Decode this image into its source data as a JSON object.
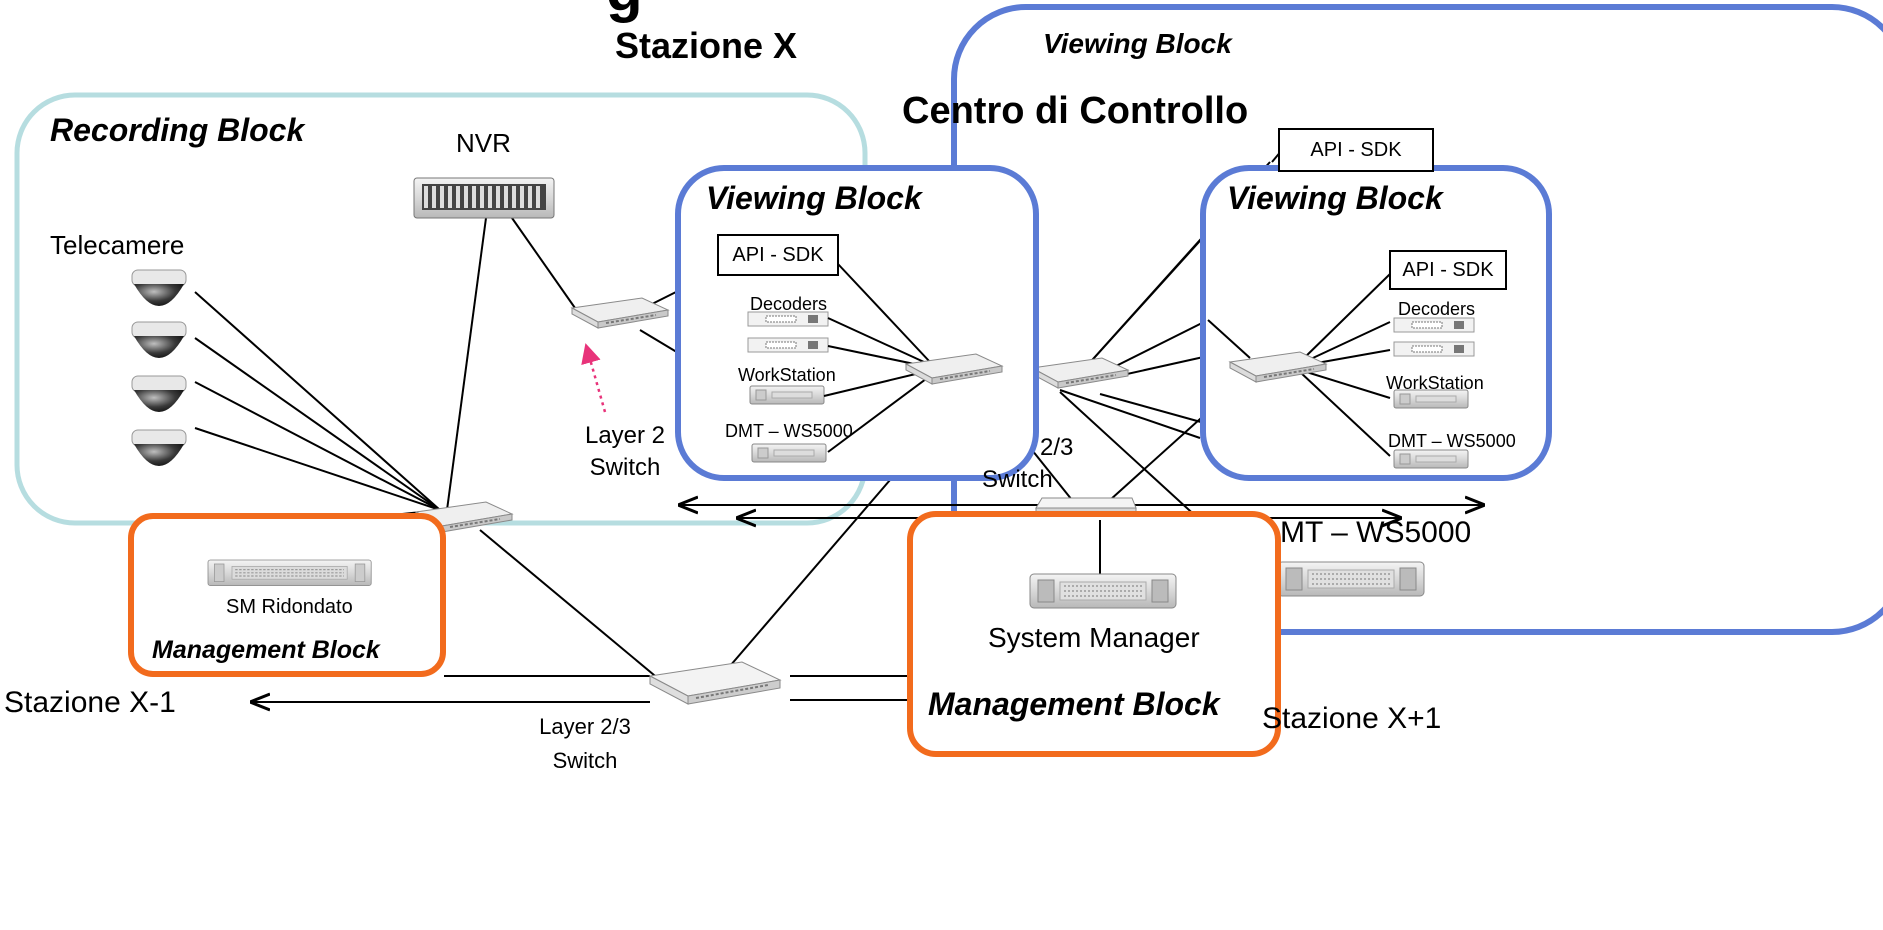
{
  "header": {
    "title_fragment": "g",
    "station": "Stazione X"
  },
  "recording_block": {
    "title": "Recording Block",
    "nvr": "NVR",
    "cameras": "Telecamere"
  },
  "viewing_block_station": {
    "title": "Viewing Block",
    "api": "API - SDK",
    "decoders": "Decoders",
    "workstation": "WorkStation",
    "dmt": "DMT – WS5000"
  },
  "layer2_switch": {
    "line1": "Layer 2",
    "line2": "Switch"
  },
  "control_center": {
    "viewing_block_title": "Viewing Block",
    "title": "Centro di Controllo",
    "api": "API - SDK",
    "switch_partial_line1": "2/3",
    "switch_partial_line2": "Switch",
    "dmt_partial": "MT – WS5000"
  },
  "viewing_block_cc": {
    "title": "Viewing Block",
    "api": "API - SDK",
    "decoders": "Decoders",
    "workstation": "WorkStation",
    "dmt": "DMT – WS5000"
  },
  "management_block_left": {
    "server": "SM Ridondato",
    "title": "Management Block"
  },
  "management_block_right": {
    "server": "System Manager",
    "title": "Management Block"
  },
  "bottom": {
    "station_prev": "Stazione X-1",
    "station_next_partial": "Stazione X+1",
    "switch_line1": "Layer 2/3",
    "switch_line2": "Switch"
  },
  "colors": {
    "recording_border": "#b6dde0",
    "viewing_border": "#5b7bd5",
    "management_border": "#f26b1d",
    "arrow_dotted": "#e8337a"
  }
}
